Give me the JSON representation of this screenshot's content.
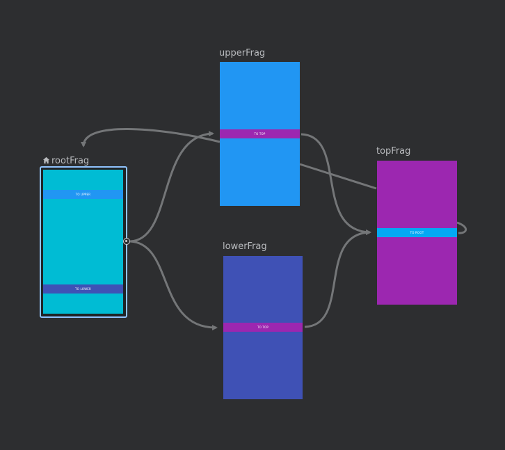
{
  "graph": {
    "start_icon": "home-icon",
    "colors": {
      "background": "#2d2e30",
      "edge": "#747678",
      "label": "#b9bbbe",
      "selection": "#90c4ff"
    },
    "fragments": {
      "root": {
        "label": "rootFrag",
        "color": "#00bcd4",
        "selected": true,
        "start_destination": true,
        "actions": [
          {
            "label": "TO UPPER",
            "color": "#2196f3"
          },
          {
            "label": "TO LOWER",
            "color": "#3f51b5"
          }
        ]
      },
      "upper": {
        "label": "upperFrag",
        "color": "#2196f3",
        "actions": [
          {
            "label": "TO TOP",
            "color": "#9c27b0"
          }
        ]
      },
      "lower": {
        "label": "lowerFrag",
        "color": "#3f51b5",
        "actions": [
          {
            "label": "TO TOP",
            "color": "#9c27b0"
          }
        ]
      },
      "top": {
        "label": "topFrag",
        "color": "#9c27b0",
        "actions": [
          {
            "label": "TO ROOT",
            "color": "#03a9f4"
          }
        ]
      }
    },
    "edges": [
      {
        "from": "rootFrag",
        "to": "upperFrag"
      },
      {
        "from": "rootFrag",
        "to": "lowerFrag"
      },
      {
        "from": "upperFrag",
        "to": "topFrag"
      },
      {
        "from": "lowerFrag",
        "to": "topFrag"
      },
      {
        "from": "topFrag",
        "to": "rootFrag"
      }
    ]
  }
}
